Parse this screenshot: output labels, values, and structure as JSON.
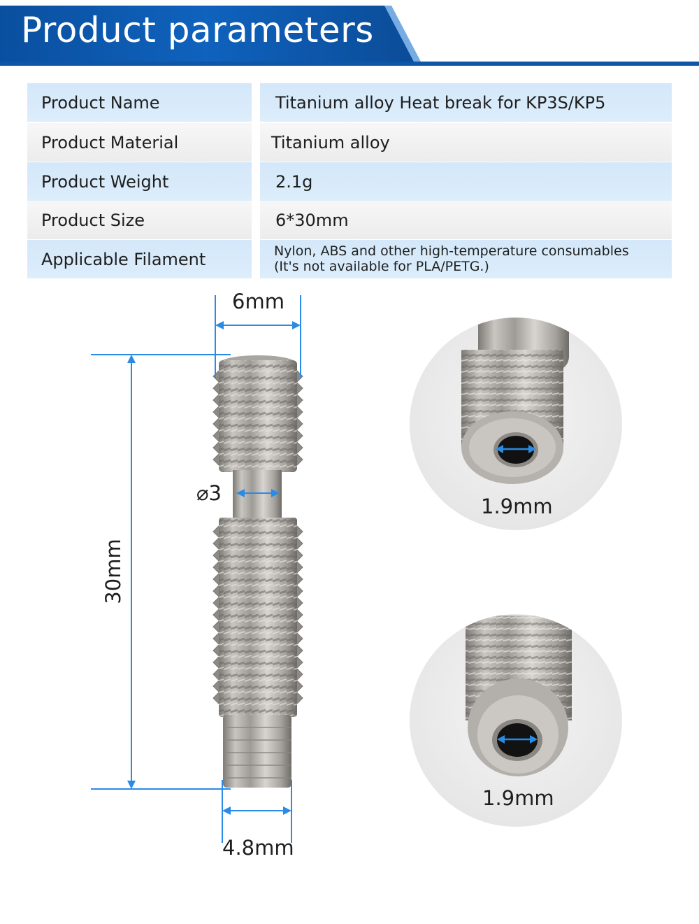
{
  "header": {
    "title": "Product parameters"
  },
  "parameters": [
    {
      "label": "Product Name",
      "value": "Titanium alloy Heat break for KP3S/KP5"
    },
    {
      "label": "Product Material",
      "value": "Titanium alloy"
    },
    {
      "label": "Product Weight",
      "value": "2.1g"
    },
    {
      "label": "Product Size",
      "value": "6*30mm"
    },
    {
      "label": "Applicable Filament",
      "value_line1": "Nylon, ABS and other high-temperature consumables",
      "value_line2": "(It's not available for PLA/PETG.)"
    }
  ],
  "dimensions": {
    "width_top": "6mm",
    "length": "30mm",
    "inner_diameter": "⌀3",
    "width_bottom": "4.8mm",
    "bore_top": "1.9mm",
    "bore_bottom": "1.9mm"
  },
  "colors": {
    "banner_blue": "#0d5bb0",
    "banner_dark": "#093f86",
    "row_blue": "#d6e9fa",
    "dimension_line": "#2a8be6",
    "metal": "#b9b6b1"
  }
}
